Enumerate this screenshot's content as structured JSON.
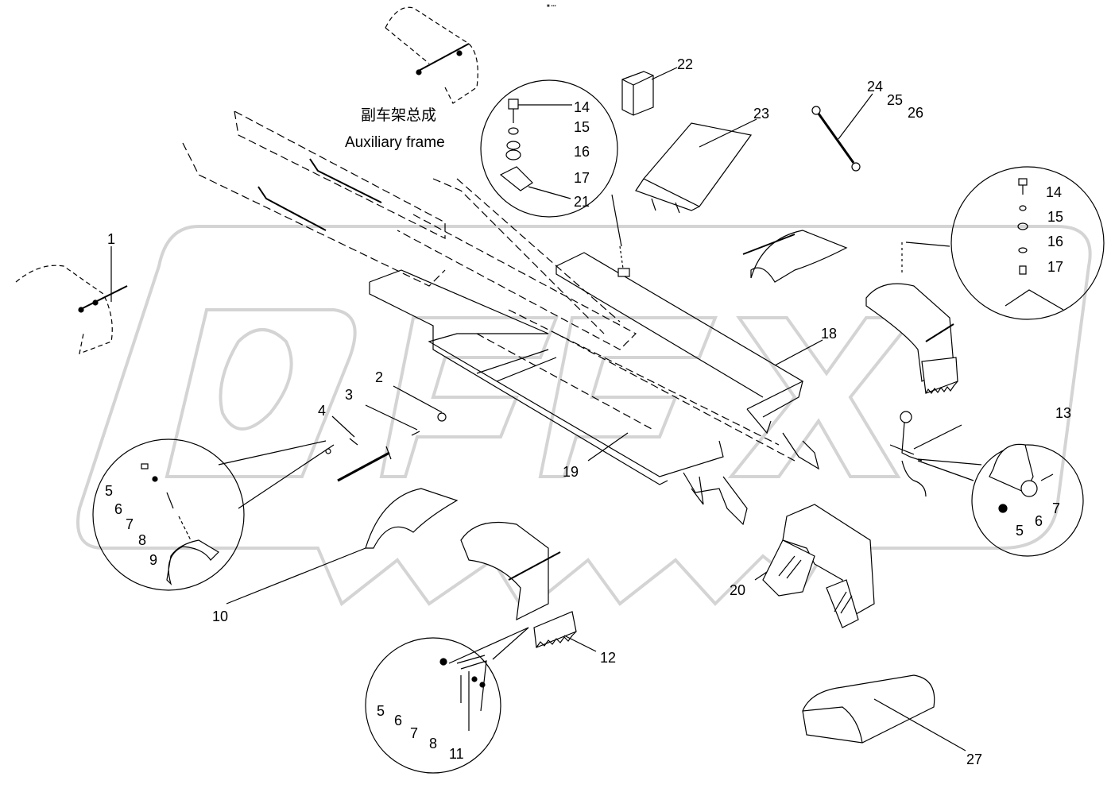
{
  "header": {
    "mark": "■ ▪▪▪"
  },
  "title": {
    "chinese": "副车架总成",
    "english": "Auxiliary frame"
  },
  "watermark": {
    "text": "OPEX",
    "color": "#d8d8d8"
  },
  "callouts": {
    "c1": "1",
    "c2": "2",
    "c3": "3",
    "c4": "4",
    "c10": "10",
    "c12": "12",
    "c13": "13",
    "c18": "18",
    "c19": "19",
    "c20": "20",
    "c21": "21",
    "c22": "22",
    "c23": "23",
    "c24": "24",
    "c25": "25",
    "c26": "26",
    "c27": "27",
    "top_14": "14",
    "top_15": "15",
    "top_16": "16",
    "top_17": "17",
    "right_14": "14",
    "right_15": "15",
    "right_16": "16",
    "right_17": "17",
    "left_5": "5",
    "left_6": "6",
    "left_7": "7",
    "left_8": "8",
    "left_9": "9",
    "bottom_5": "5",
    "bottom_6": "6",
    "bottom_7": "7",
    "bottom_8": "8",
    "bottom_11": "11",
    "br_5": "5",
    "br_6": "6",
    "br_7": "7"
  }
}
